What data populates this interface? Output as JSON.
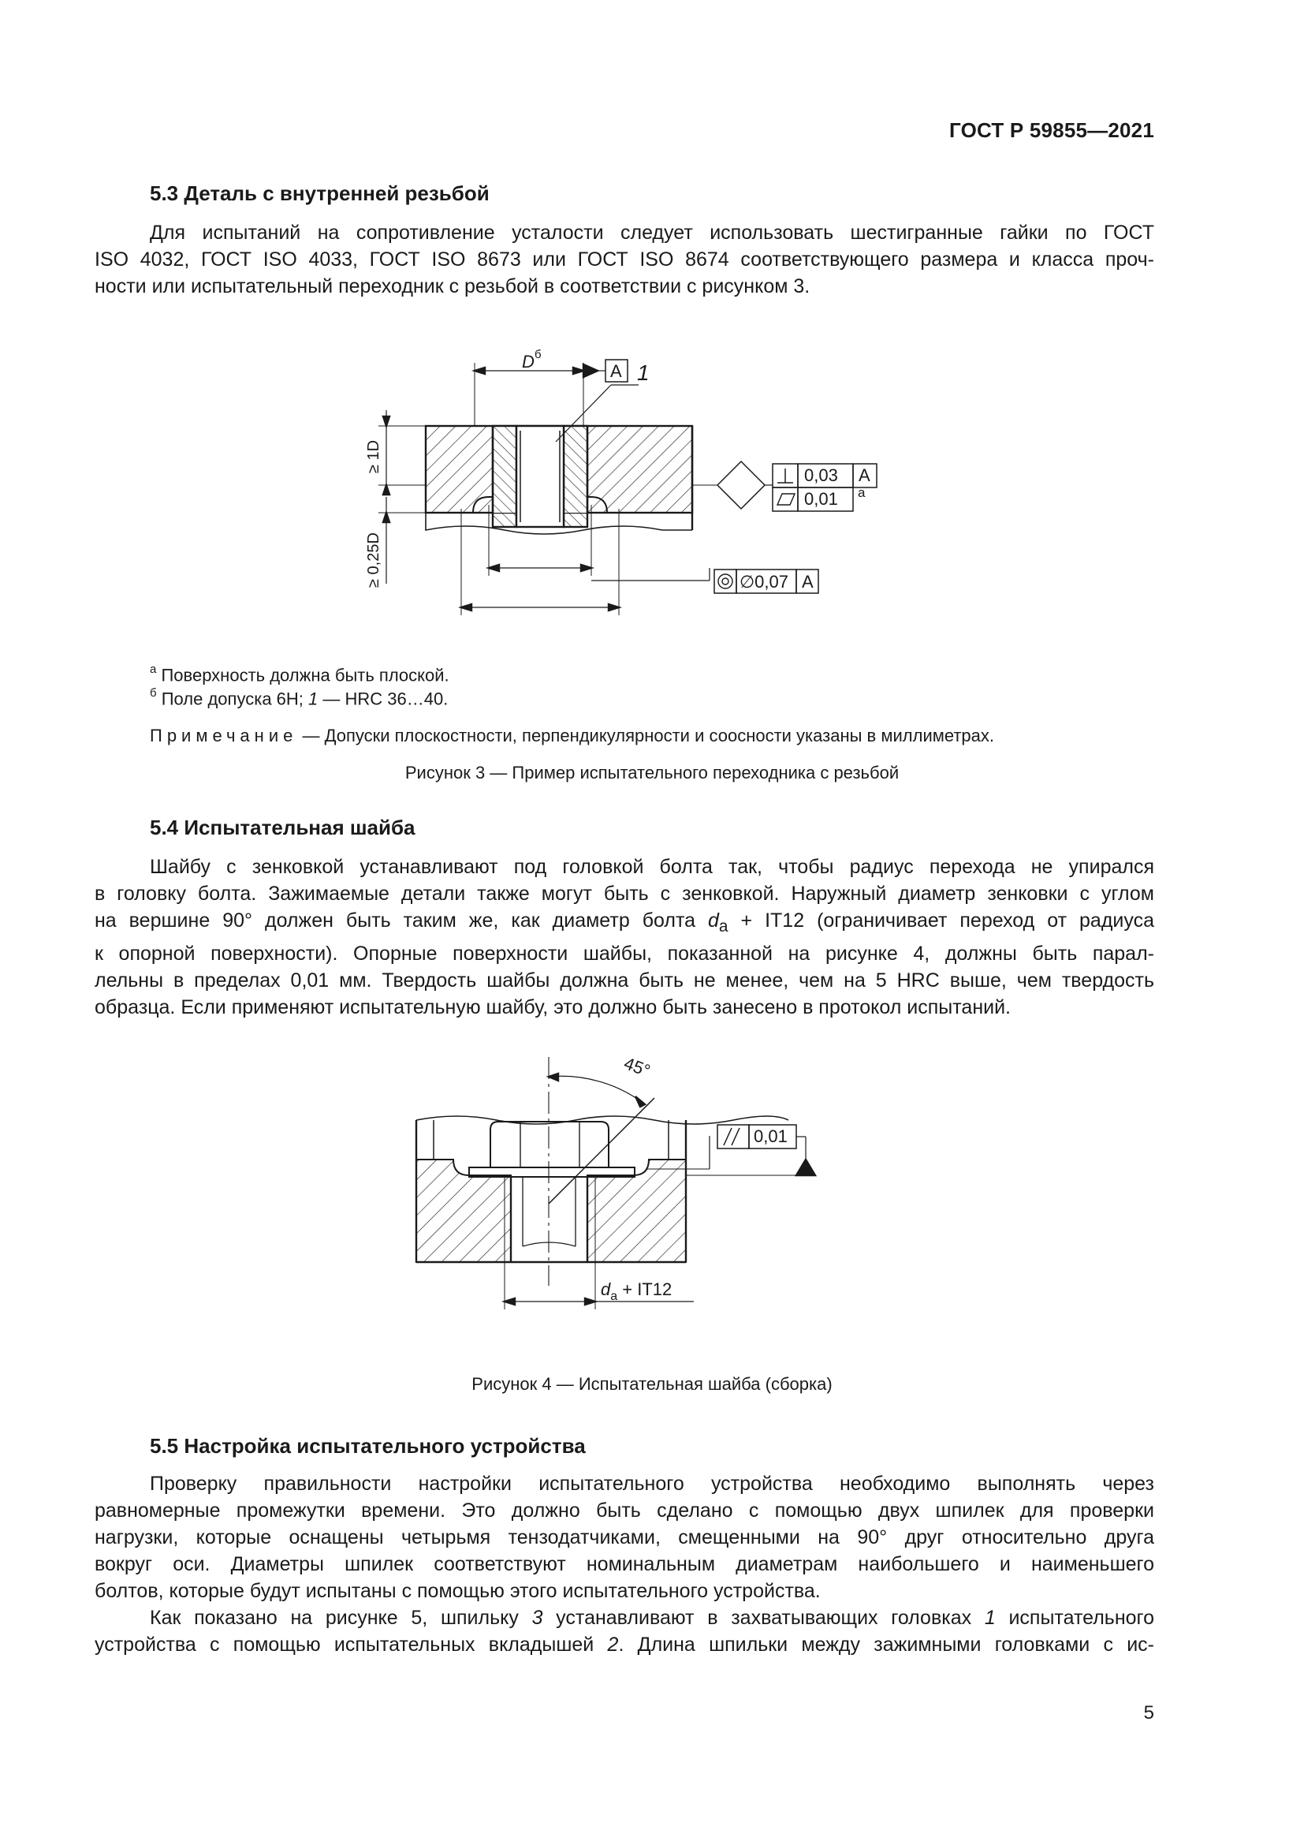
{
  "header": {
    "code": "ГОСТ Р 59855—2021"
  },
  "sec53": {
    "heading": "5.3 Деталь с внутренней резьбой",
    "lines": [
      "Для испытаний на сопротивление усталости следует использовать шестигранные гайки по ГОСТ",
      "ISO 4032, ГОСТ ISO 4033, ГОСТ ISO 8673 или ГОСТ ISO 8674 соответствующего размера и класса проч-",
      "ности или испытательный переходник с резьбой в соответствии с рисунком 3."
    ]
  },
  "fig3": {
    "label_D": "D",
    "label_D_sup": "б",
    "datum_A": "A",
    "callout_1": "1",
    "dim_1D": "≥ 1D",
    "dim_025D": "≥ 0,25D",
    "perp_symbol": "⊥",
    "perp_value": "0,03",
    "perp_datum": "A",
    "flat_value": "0,01",
    "flat_note": "a",
    "conc_value": "∅0,07",
    "conc_datum": "A",
    "footnote_a_mark": "а",
    "footnote_a": "Поверхность должна быть плоской.",
    "footnote_b_mark": "б",
    "footnote_b_prefix": "Поле допуска 6H; ",
    "footnote_b_num": "1",
    "footnote_b_rest": " — HRC 36…40.",
    "note_label": "Примечание",
    "note_text": " — Допуски плоскостности, перпендикулярности и соосности указаны в миллиметрах.",
    "caption": "Рисунок 3 — Пример испытательного переходника с резьбой"
  },
  "sec54": {
    "heading": "5.4 Испытательная шайба",
    "lines": [
      "Шайбу с зенковкой устанавливают под головкой болта так, чтобы радиус перехода не упирался",
      "в головку болта. Зажимаемые детали также могут быть с зенковкой. Наружный диаметр зенковки с углом",
      "на вершине 90° должен быть таким же, как диаметр болта d_a + IT12 (ограничивает переход от радиуса",
      "к опорной поверхности). Опорные поверхности шайбы, показанной на рисунке 4, должны быть парал-",
      "лельны в пределах 0,01 мм. Твердость шайбы должна быть не менее, чем на 5 HRC выше, чем твердость",
      "образца. Если применяют испытательную шайбу, это должно быть занесено в протокол испытаний."
    ],
    "line3_pre": "на вершине 90° должен быть таким же, как диаметр болта ",
    "line3_var": "d",
    "line3_sub": "a",
    "line3_post": " + IT12 (ограничивает переход от радиуса"
  },
  "fig4": {
    "angle": "45°",
    "parallel_symbol": "//",
    "parallel_value": "0,01",
    "dim_var": "d",
    "dim_sub": "a",
    "dim_rest": " + IT12",
    "caption": "Рисунок 4 — Испытательная шайба (сборка)"
  },
  "sec55": {
    "heading": "5.5 Настройка испытательного устройства",
    "lines": [
      "Проверку правильности настройки испытательного устройства необходимо выполнять через",
      "равномерные промежутки времени. Это должно быть сделано с помощью двух шпилек для проверки",
      "нагрузки, которые оснащены четырьмя тензодатчиками, смещенными на 90° друг относительно друга",
      "вокруг оси. Диаметры шпилек соответствуют номинальным диаметрам наибольшего и наименьшего",
      "болтов, которые будут испытаны с помощью этого испытательного устройства."
    ],
    "p2_l1_a": "Как показано на рисунке 5, шпильку ",
    "p2_l1_b": "3",
    "p2_l1_c": " устанавливают в захватывающих головках ",
    "p2_l1_d": "1",
    "p2_l1_e": " испытательного",
    "p2_l2_a": "устройства с помощью испытательных вкладышей ",
    "p2_l2_b": "2",
    "p2_l2_c": ". Длина шпильки между зажимными головками с ис-"
  },
  "page": {
    "number": "5"
  }
}
